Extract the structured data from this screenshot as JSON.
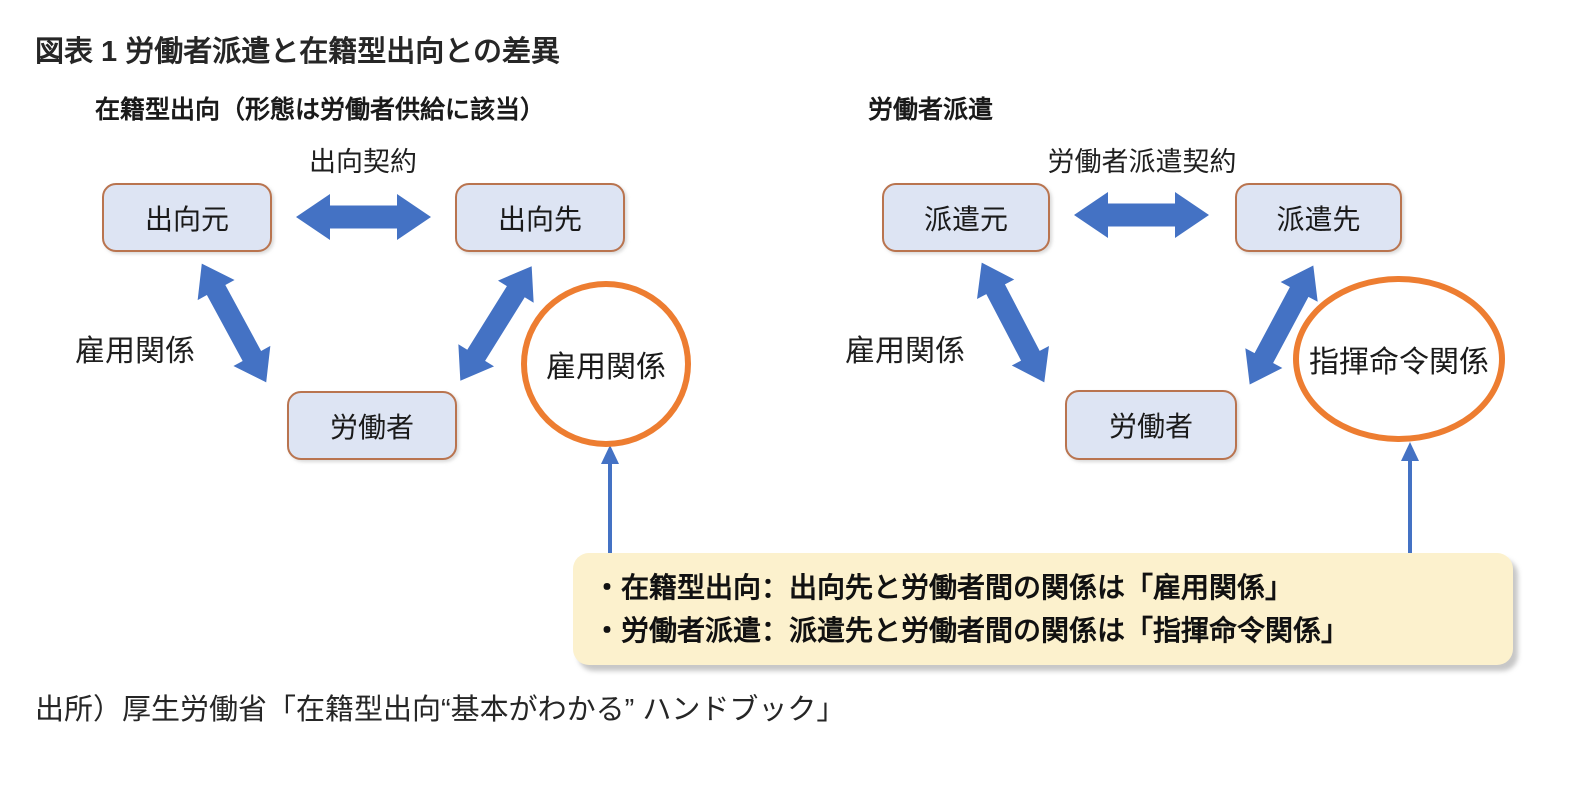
{
  "figure": {
    "title": "図表 1 労働者派遣と在籍型出向との差異",
    "source": "出所）厚生労働省「在籍型出向“基本がわかる” ハンドブック」"
  },
  "secondment": {
    "heading": "在籍型出向（形態は労働者供給に該当）",
    "contract_label": "出向契約",
    "origin_box": "出向元",
    "destination_box": "出向先",
    "worker_box": "労働者",
    "employment_label": "雇用関係",
    "circle_label": "雇用関係"
  },
  "dispatch": {
    "heading": "労働者派遣",
    "contract_label": "労働者派遣契約",
    "origin_box": "派遣元",
    "destination_box": "派遣先",
    "worker_box": "労働者",
    "employment_label": "雇用関係",
    "circle_label": "指揮命令関係"
  },
  "note": {
    "lines": [
      "・在籍型出向：出向先と労働者間の関係は「雇用関係」",
      "・労働者派遣：派遣先と労働者間の関係は「指揮命令関係」"
    ]
  },
  "colors": {
    "arrow_blue": "#4472C4",
    "node_fill": "#DDE4F3",
    "node_border": "#B9744F",
    "highlight_orange": "#ED7D31",
    "note_fill": "#FCF1CD",
    "text_dark": "#262626"
  }
}
